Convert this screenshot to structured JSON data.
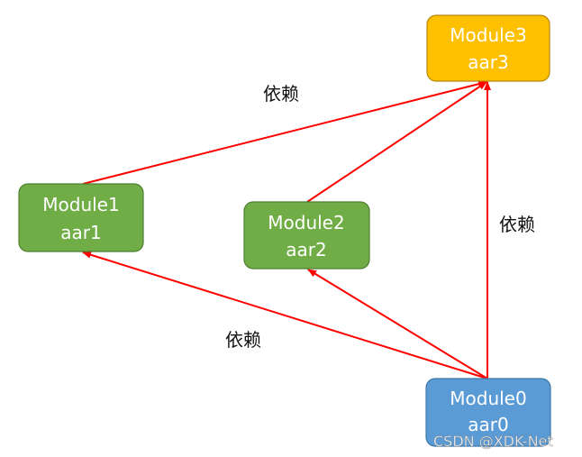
{
  "colors": {
    "edge": "#ff0000",
    "node_green": "#70ad47",
    "node_yellow": "#ffc000",
    "node_blue": "#5b9bd5"
  },
  "nodes": [
    {
      "id": "module3",
      "line1": "Module3",
      "line2": "aar3",
      "color": "#ffc000",
      "border": "#b8860b"
    },
    {
      "id": "module1",
      "line1": "Module1",
      "line2": "aar1",
      "color": "#70ad47",
      "border": "#4e7f31"
    },
    {
      "id": "module2",
      "line1": "Module2",
      "line2": "aar2",
      "color": "#70ad47",
      "border": "#4e7f31"
    },
    {
      "id": "module0",
      "line1": "Module0",
      "line2": "aar0",
      "color": "#5b9bd5",
      "border": "#3f77a8"
    }
  ],
  "edges": [
    {
      "from": "module1",
      "to": "module3"
    },
    {
      "from": "module2",
      "to": "module3"
    },
    {
      "from": "module0",
      "to": "module3"
    },
    {
      "from": "module0",
      "to": "module1"
    },
    {
      "from": "module0",
      "to": "module2"
    }
  ],
  "labels": {
    "top": "依赖",
    "right": "依赖",
    "bottom": "依赖"
  },
  "watermark": "CSDN @XDK-Net"
}
